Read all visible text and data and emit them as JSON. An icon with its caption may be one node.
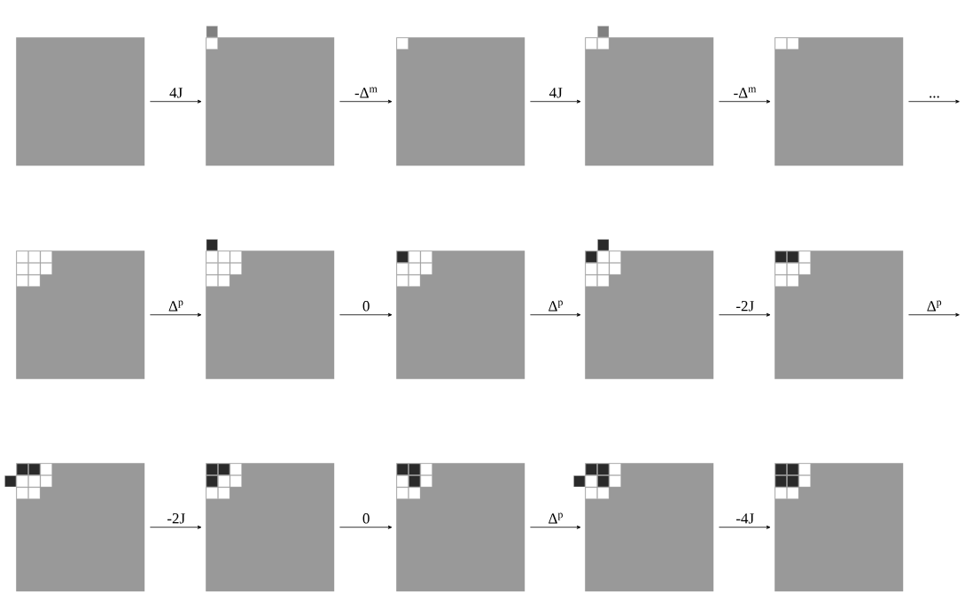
{
  "diagram": {
    "nodes": [
      {
        "text": [],
        "shape": "box"
      },
      {
        "text": [],
        "shape": "box"
      },
      {
        "text": [],
        "shape": "box"
      },
      {
        "text": [],
        "shape": "box"
      },
      {
        "text": [],
        "shape": "box"
      },
      {
        "text": [],
        "shape": "box"
      },
      {
        "text": [],
        "shape": "box"
      },
      {
        "text": [],
        "shape": "box"
      },
      {
        "text": [],
        "shape": "box"
      },
      {
        "text": [],
        "shape": "box"
      },
      {
        "text": [],
        "shape": "box"
      },
      {
        "text": [],
        "shape": "box"
      },
      {
        "text": [],
        "shape": "box"
      },
      {
        "text": [],
        "shape": "box"
      },
      {
        "text": [],
        "shape": "box"
      }
    ],
    "edges": [
      {
        "from": 0,
        "to": 1,
        "arrow": "to",
        "label": "4J"
      },
      {
        "from": 1,
        "to": 2,
        "arrow": "to",
        "label": "-Δ$^{m}$"
      },
      {
        "from": 2,
        "to": 3,
        "arrow": "to",
        "label": "4J"
      },
      {
        "from": 3,
        "to": 4,
        "arrow": "to",
        "label": "-Δ$^{m}$"
      },
      {
        "from": 4,
        "to": null,
        "arrow": "to",
        "label": "..."
      },
      {
        "from": 5,
        "to": 6,
        "arrow": "to",
        "label": "Δ$^{p}$"
      },
      {
        "from": 6,
        "to": 7,
        "arrow": "to",
        "label": "0"
      },
      {
        "from": 7,
        "to": 8,
        "arrow": "to",
        "label": "Δ$^{p}$"
      },
      {
        "from": 8,
        "to": 9,
        "arrow": "to",
        "label": "-2J"
      },
      {
        "from": 9,
        "to": null,
        "arrow": "to",
        "label": "Δ$^{p}$"
      },
      {
        "from": 10,
        "to": 11,
        "arrow": "to",
        "label": "-2J"
      },
      {
        "from": 11,
        "to": 12,
        "arrow": "to",
        "label": "0"
      },
      {
        "from": 12,
        "to": 13,
        "arrow": "to",
        "label": "Δ$^{p}$"
      },
      {
        "from": 13,
        "to": 14,
        "arrow": "to",
        "label": "-4J"
      }
    ]
  }
}
